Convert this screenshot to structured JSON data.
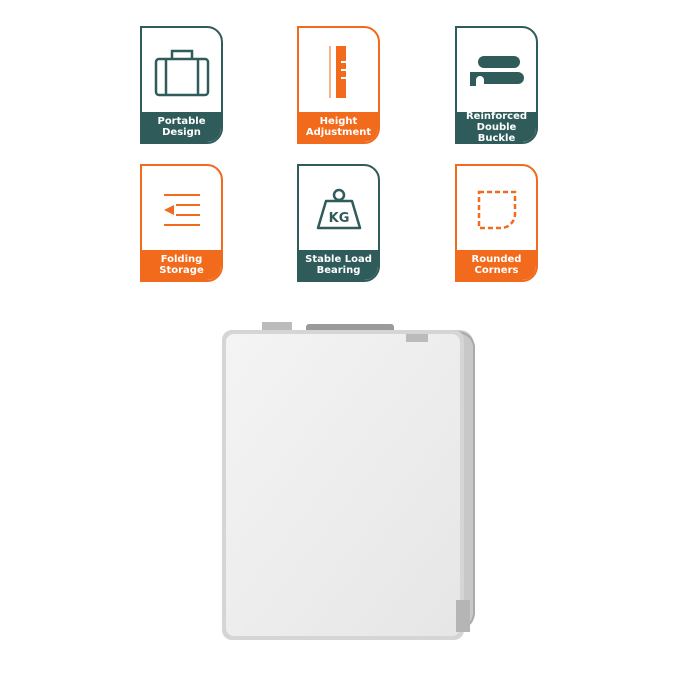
{
  "features": [
    {
      "label": "Portable Design",
      "icon": "briefcase-icon",
      "color": "#2f5c5a"
    },
    {
      "label": "Height Adjustment",
      "icon": "ruler-icon",
      "color": "#f26a1b"
    },
    {
      "label": "Reinforced Double Buckle",
      "icon": "buckle-icon",
      "color": "#2f5c5a"
    },
    {
      "label": "Folding Storage",
      "icon": "fold-arrow-icon",
      "color": "#f26a1b"
    },
    {
      "label": "Stable Load Bearing",
      "icon": "kg-weight-icon",
      "color": "#2f5c5a",
      "icon_text": "KG"
    },
    {
      "label": "Rounded Corners",
      "icon": "rounded-corner-icon",
      "color": "#f26a1b"
    }
  ]
}
